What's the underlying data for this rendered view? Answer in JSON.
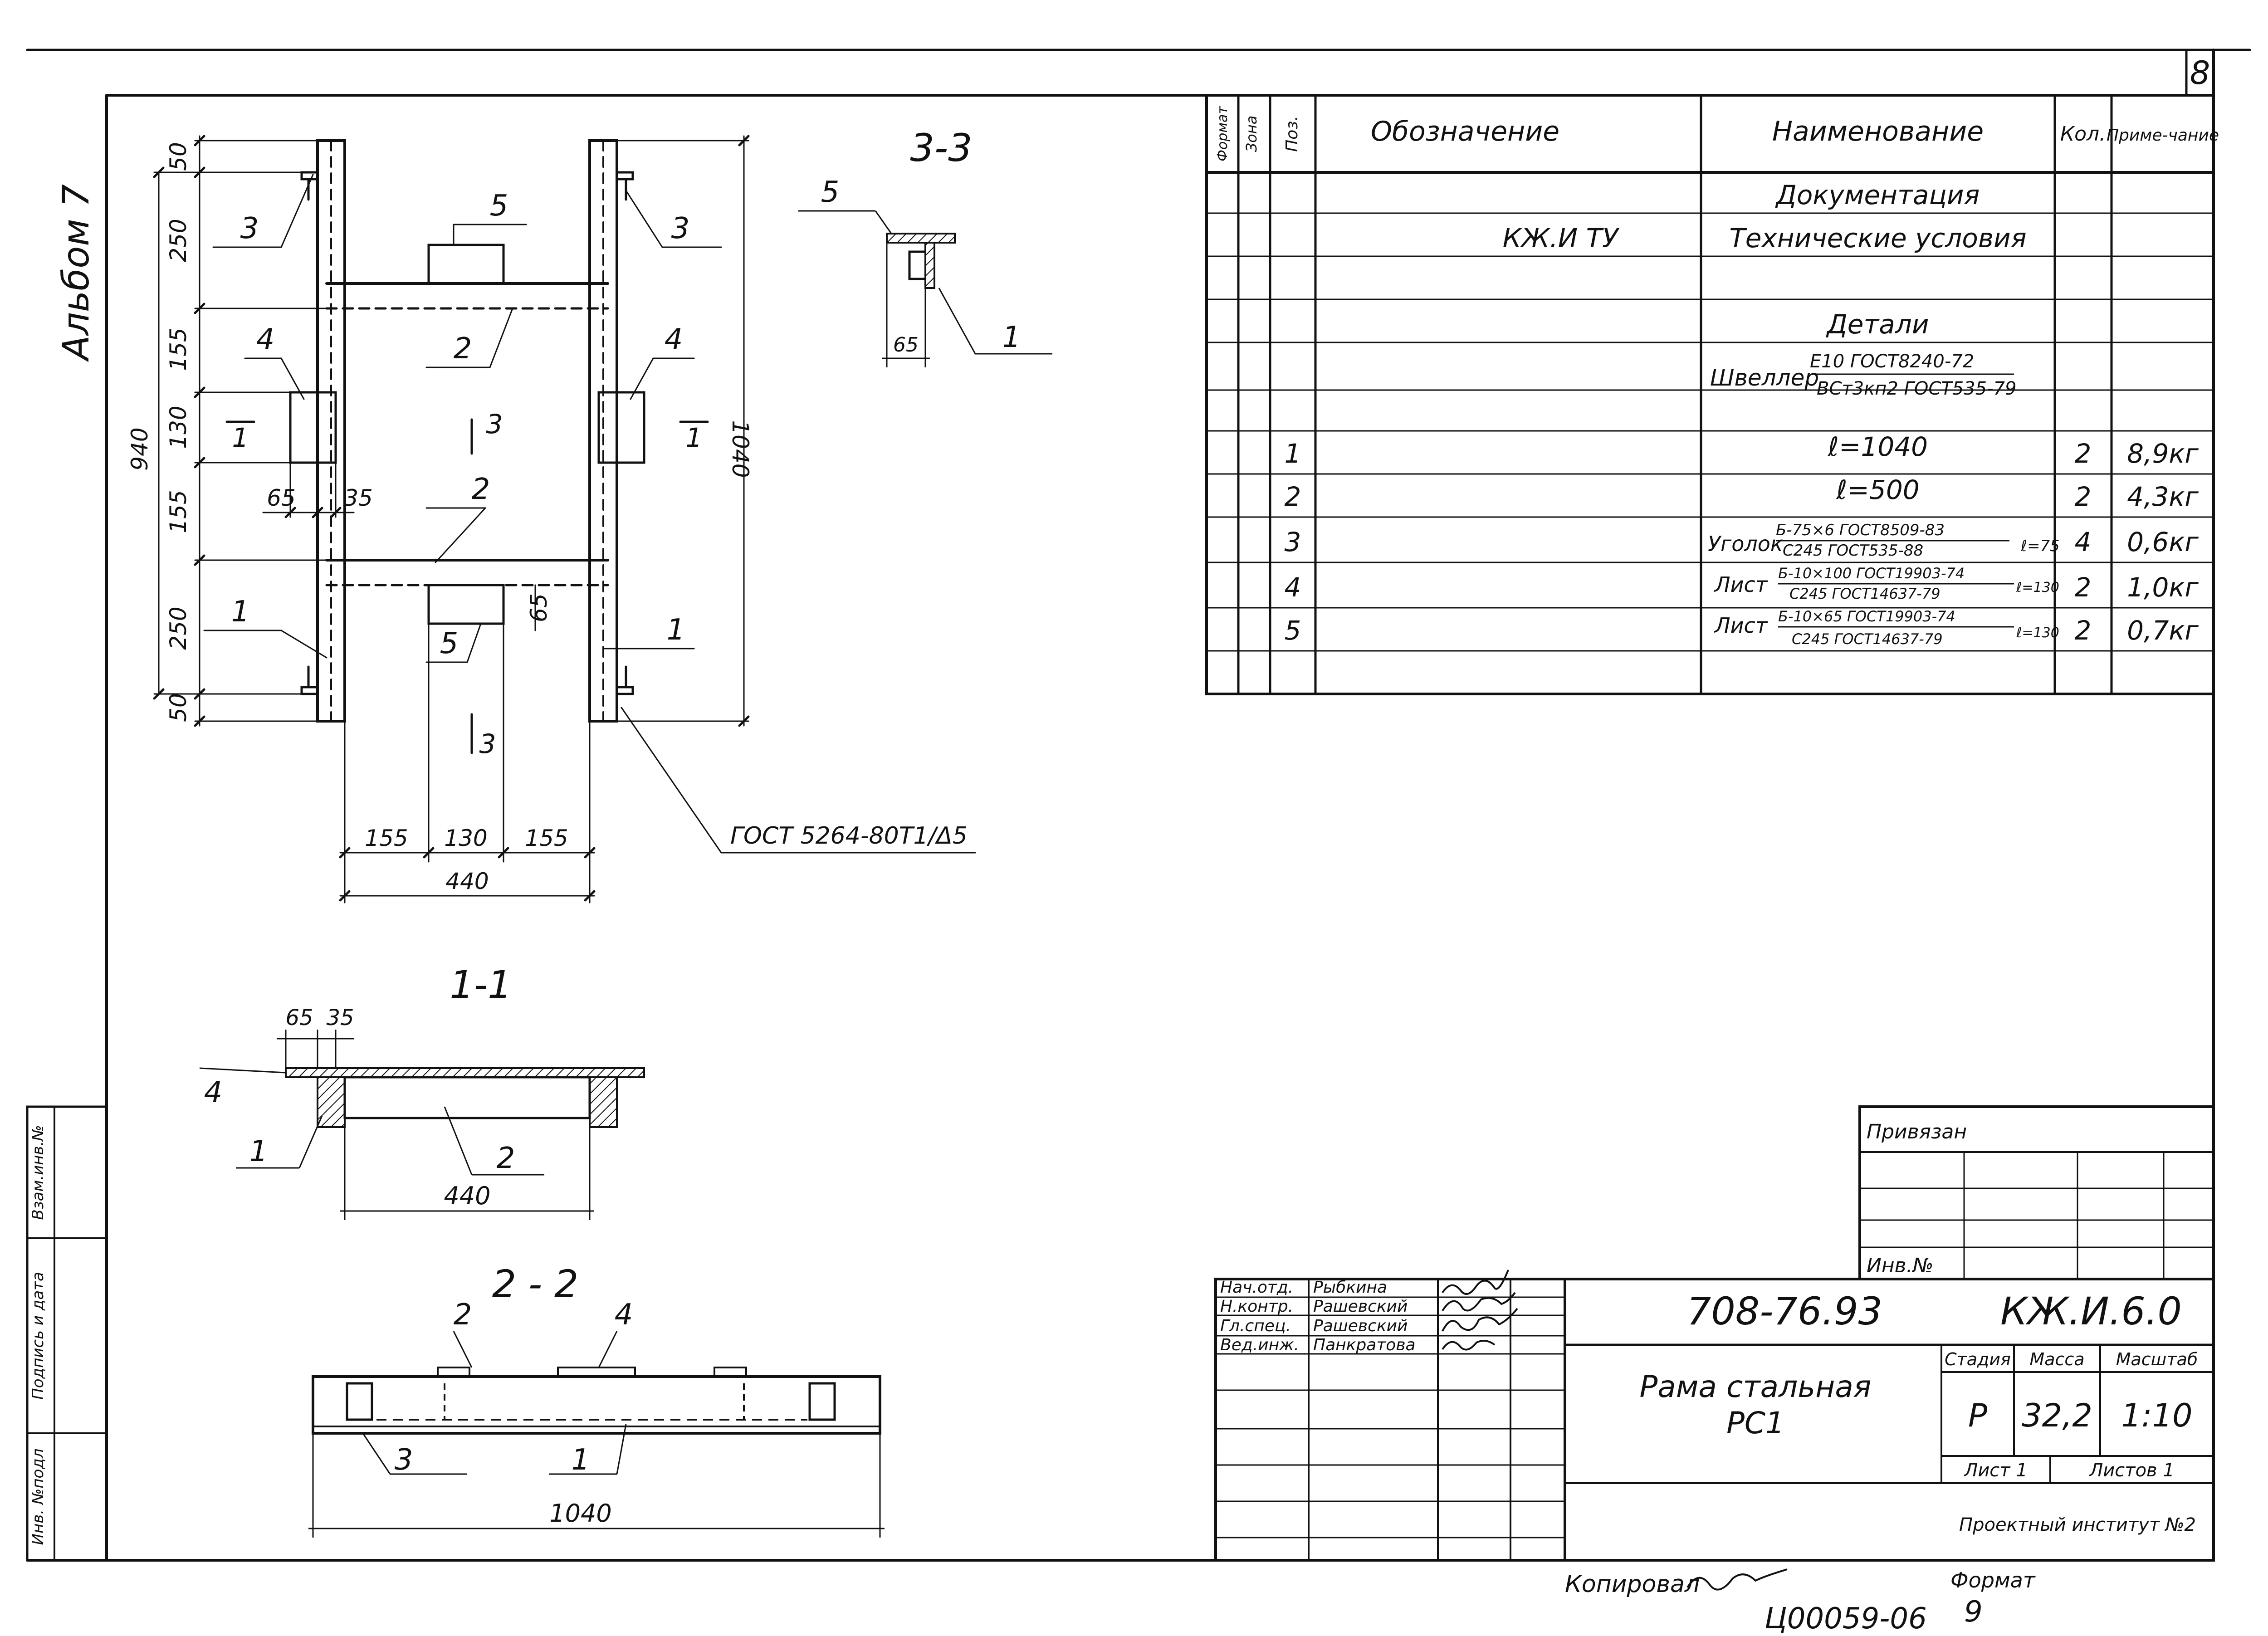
{
  "sheet_number": "8",
  "album_label": "Альбом 7",
  "left_stamp": {
    "col1": "Инв. №подл",
    "col2": "Подпись и дата",
    "col3": "Взам.инв.№"
  },
  "main_view": {
    "dims_left": [
      "50",
      "250",
      "155",
      "130",
      "155",
      "250",
      "50"
    ],
    "dim_left_total": "940",
    "dim_right_total": "1040",
    "dims_bottom": [
      "155",
      "130",
      "155"
    ],
    "dim_bottom_total": "440",
    "dims_small": [
      "65",
      "35",
      "65"
    ],
    "pos_labels": [
      "3",
      "5",
      "3",
      "2",
      "4",
      "4",
      "2",
      "1",
      "5",
      "1"
    ],
    "section_marks": [
      "1",
      "1",
      "3",
      "3"
    ],
    "weld_note": "ГОСТ 5264-80Т1/Δ5"
  },
  "section_33": {
    "title": "3-3",
    "labels": [
      "5",
      "1"
    ],
    "dim": "65"
  },
  "section_11": {
    "title": "1-1",
    "dims_top": [
      "65",
      "35"
    ],
    "labels": [
      "4",
      "1",
      "2"
    ],
    "dim_bottom": "440"
  },
  "section_22": {
    "title": "2 - 2",
    "labels": [
      "2",
      "4",
      "3",
      "1"
    ],
    "dim_bottom": "1040"
  },
  "spec": {
    "headers": [
      "Формат",
      "Зона",
      "Поз.",
      "Обозначение",
      "Наименование",
      "Кол.",
      "Приме-чание"
    ],
    "rows": [
      {
        "pos": "",
        "oboz": "",
        "name": "Документация",
        "qty": "",
        "note": ""
      },
      {
        "pos": "",
        "oboz": "КЖ.И ТУ",
        "name": "Технические условия",
        "qty": "",
        "note": ""
      },
      {
        "pos": "",
        "oboz": "",
        "name": "",
        "qty": "",
        "note": ""
      },
      {
        "pos": "",
        "oboz": "",
        "name": "Детали",
        "qty": "",
        "note": ""
      },
      {
        "pos": "",
        "oboz": "",
        "name": "Швеллер",
        "name_top": "Е10 ГОСТ8240-72",
        "name_bot": "ВСт3кп2 ГОСТ535-79",
        "qty": "",
        "note": ""
      },
      {
        "pos": "1",
        "oboz": "",
        "name": "ℓ=1040",
        "qty": "2",
        "note": "8,9кг"
      },
      {
        "pos": "2",
        "oboz": "",
        "name": "ℓ=500",
        "qty": "2",
        "note": "4,3кг"
      },
      {
        "pos": "3",
        "oboz": "",
        "name": "Уголок",
        "name_top": "Б-75×6 ГОСТ8509-83",
        "name_bot": "С245 ГОСТ535-88",
        "name_len": "ℓ=75",
        "qty": "4",
        "note": "0,6кг"
      },
      {
        "pos": "4",
        "oboz": "",
        "name": "Лист",
        "name_top": "Б-10×100 ГОСТ19903-74",
        "name_bot": "С245 ГОСТ14637-79",
        "name_len": "ℓ=130",
        "qty": "2",
        "note": "1,0кг"
      },
      {
        "pos": "5",
        "oboz": "",
        "name": "Лист",
        "name_top": "Б-10×65 ГОСТ19903-74",
        "name_bot": "С245 ГОСТ14637-79",
        "name_len": "ℓ=130",
        "qty": "2",
        "note": "0,7кг"
      },
      {
        "pos": "",
        "oboz": "",
        "name": "",
        "qty": "",
        "note": ""
      }
    ]
  },
  "privyazan": {
    "title": "Привязан",
    "inv_label": "Инв.№"
  },
  "title_block": {
    "signatures": [
      {
        "role": "Нач.отд.",
        "name": "Рыбкина"
      },
      {
        "role": "Н.контр.",
        "name": "Рашевский"
      },
      {
        "role": "Гл.спец.",
        "name": "Рашевский"
      },
      {
        "role": "Вед.инж.",
        "name": "Панкратова"
      }
    ],
    "code": "708-76.93",
    "code2": "КЖ.И.6.0",
    "name_line1": "Рама стальная",
    "name_line2": "РС1",
    "stage_label": "Стадия",
    "mass_label": "Масса",
    "scale_label": "Масштаб",
    "stage": "Р",
    "mass": "32,2",
    "scale": "1:10",
    "sheet_label": "Лист 1",
    "sheets_label": "Листов 1",
    "org": "Проектный институт №2"
  },
  "footer": {
    "copied": "Копировал",
    "format_label": "Формат",
    "format": "9",
    "doc_number": "Ц00059-06"
  }
}
